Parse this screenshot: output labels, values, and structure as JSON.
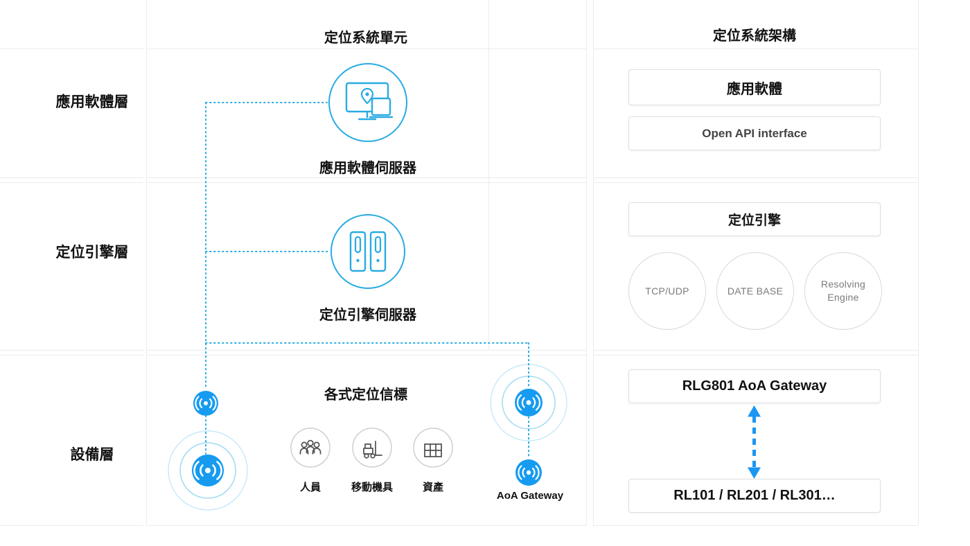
{
  "left_column": {
    "layers": [
      {
        "label": "應用軟體層"
      },
      {
        "label": "定位引擎層"
      },
      {
        "label": "設備層"
      }
    ]
  },
  "middle_panel": {
    "title": "定位系統單元",
    "app_server_label": "應用軟體伺服器",
    "engine_server_label": "定位引擎伺服器",
    "beacons_title": "各式定位信標",
    "beacon_items": [
      {
        "label": "人員",
        "icon": "people-icon"
      },
      {
        "label": "移動機具",
        "icon": "forklift-icon"
      },
      {
        "label": "資產",
        "icon": "assets-icon"
      }
    ],
    "aoa_gateway_label": "AoA Gateway"
  },
  "right_panel": {
    "title": "定位系統架構",
    "boxes": {
      "app": "應用軟體",
      "api": "Open API interface",
      "engine": "定位引擎",
      "gateway": "RLG801 AoA Gateway",
      "tags": "RL101 / RL201 / RL301…"
    },
    "circles": [
      {
        "label": "TCP/UDP"
      },
      {
        "label": "DATE BASE"
      },
      {
        "label": "Resolving Engine"
      }
    ]
  },
  "colors": {
    "icon_blue": "#29ABE2",
    "beacon_blue": "#169BF0",
    "arrow_blue": "#1B96F3",
    "grid_gray": "#ECECEC",
    "box_border_gray": "#E0E0E0",
    "muted_text": "#7A7A7A",
    "text_dark": "#111111"
  }
}
